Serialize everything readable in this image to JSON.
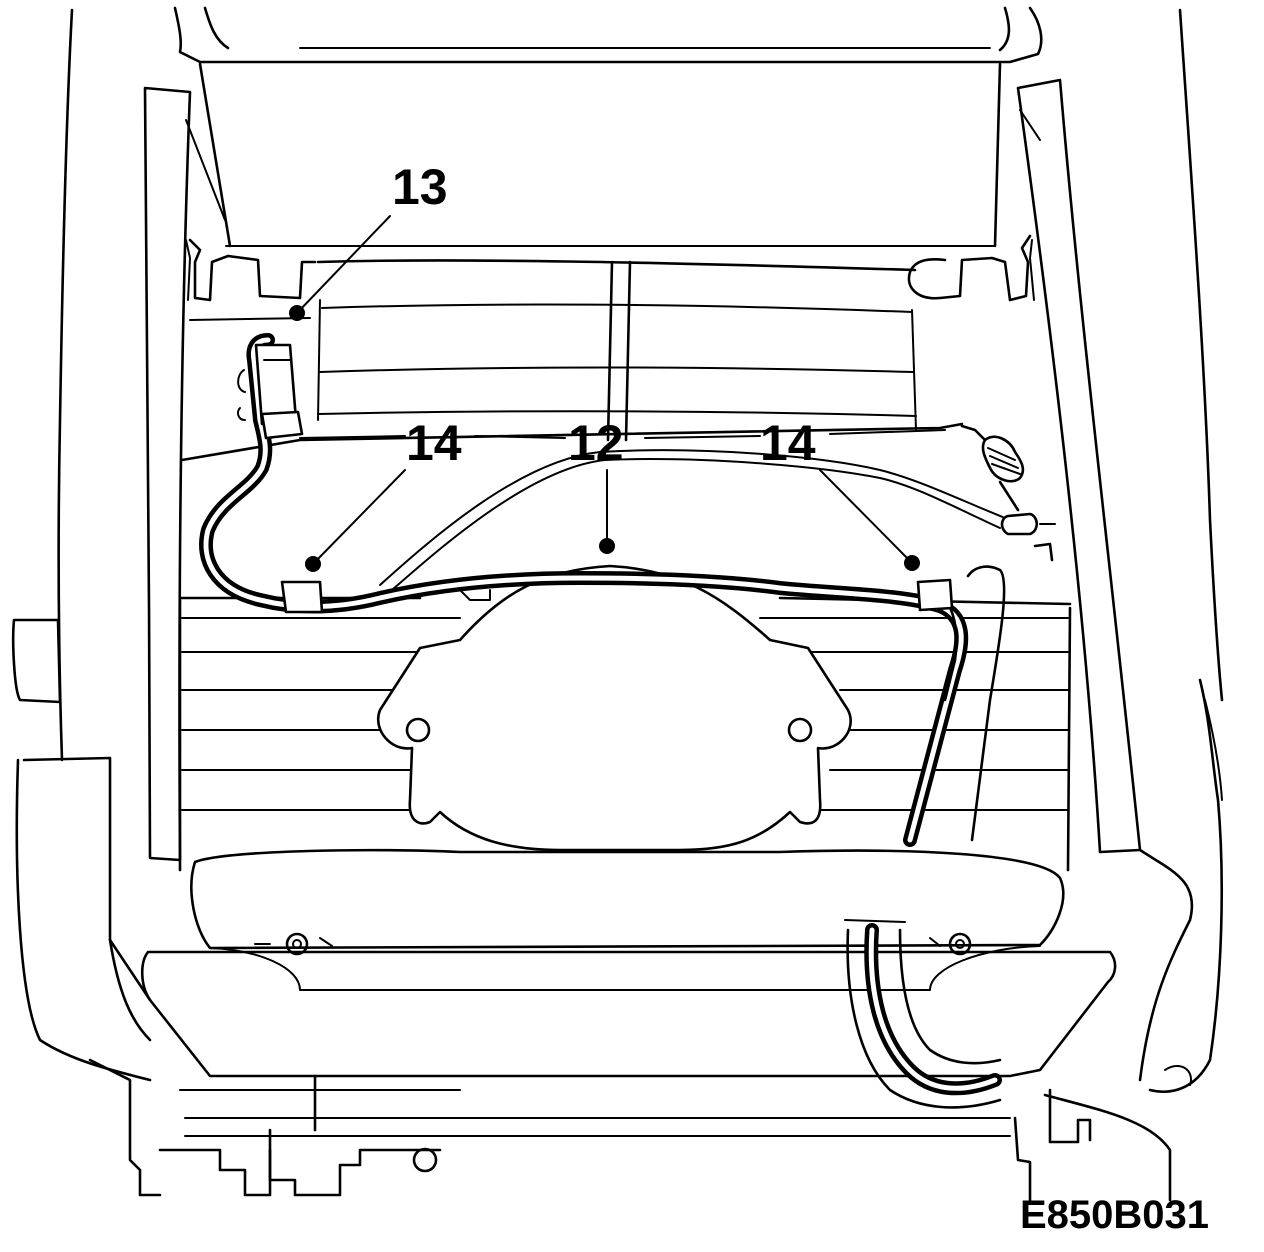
{
  "callouts": {
    "c13": "13",
    "c14_left": "14",
    "c12": "12",
    "c14_right": "14"
  },
  "reference_code": "E850B031"
}
